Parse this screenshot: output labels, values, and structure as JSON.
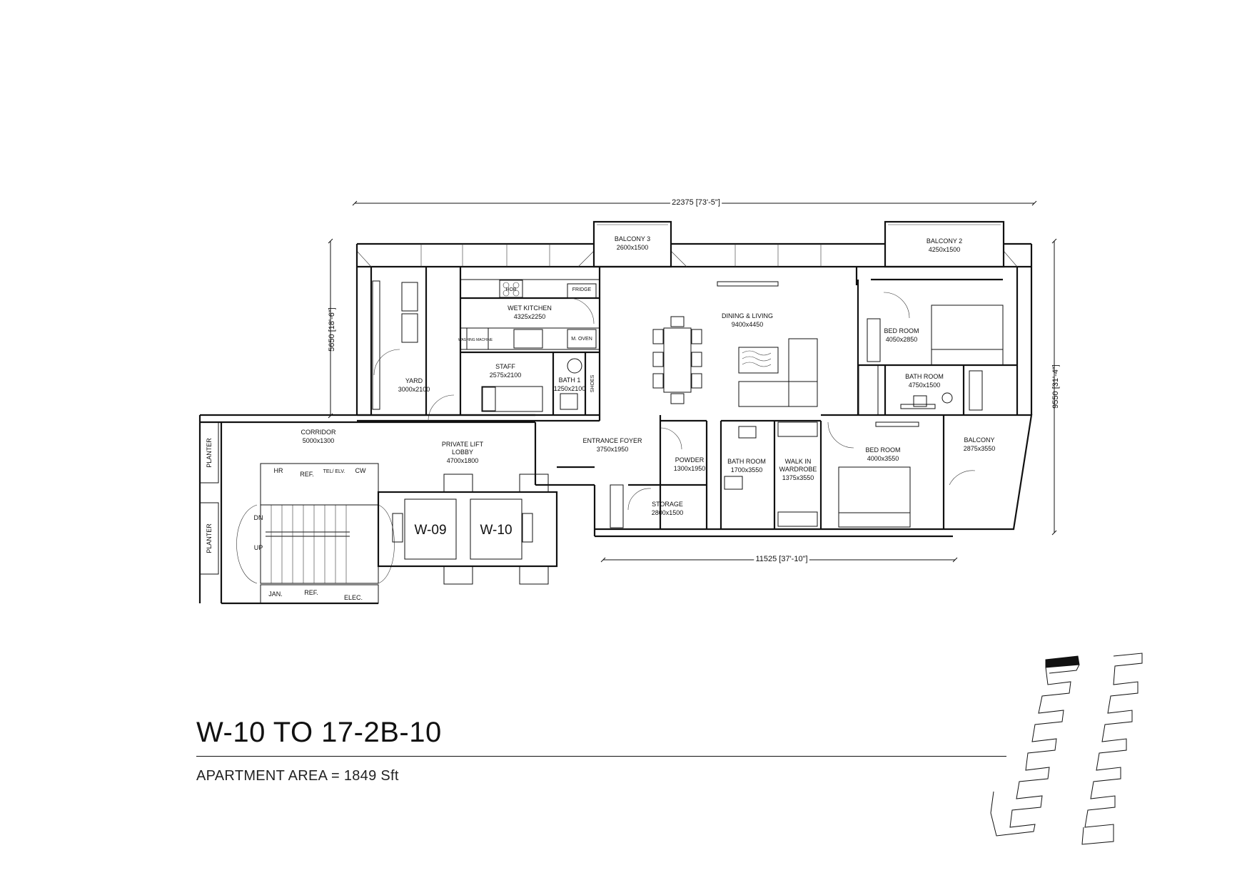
{
  "title": "W-10 TO 17-2B-10",
  "area_text": "APARTMENT AREA = 1849 Sft",
  "dimensions": {
    "top": "22375 [73'-5\"]",
    "left": "5650 [18'-6\"]",
    "right": "9550 [31'-4\"]",
    "bottom": "11525 [37'-10\"]"
  },
  "rooms": {
    "balcony3": {
      "name": "BALCONY 3",
      "size": "2600x1500"
    },
    "balcony2": {
      "name": "BALCONY 2",
      "size": "4250x1500"
    },
    "wet_kitchen": {
      "name": "WET KITCHEN",
      "size": "4325x2250"
    },
    "dining_living": {
      "name": "DINING & LIVING",
      "size": "9400x4450"
    },
    "bedroom1": {
      "name": "BED ROOM",
      "size": "4050x2850"
    },
    "bathroom1": {
      "name": "BATH ROOM",
      "size": "4750x1500"
    },
    "staff": {
      "name": "STAFF",
      "size": "2575x2100"
    },
    "bath1": {
      "name": "BATH 1",
      "size": "1250x2100"
    },
    "yard": {
      "name": "YARD",
      "size": "3000x2100"
    },
    "corridor": {
      "name": "CORRIDOR",
      "size": "5000x1300"
    },
    "lift_lobby": {
      "name1": "PRIVATE LIFT",
      "name2": "LOBBY",
      "size": "4700x1800"
    },
    "entrance_foyer": {
      "name": "ENTRANCE FOYER",
      "size": "3750x1950"
    },
    "powder": {
      "name": "POWDER",
      "size": "1300x1950"
    },
    "storage": {
      "name": "STORAGE",
      "size": "2800x1500"
    },
    "bathroom2": {
      "name": "BATH ROOM",
      "size": "1700x3550"
    },
    "walkin": {
      "name1": "WALK IN",
      "name2": "WARDROBE",
      "size": "1375x3550"
    },
    "bedroom2": {
      "name": "BED ROOM",
      "size": "4000x3550"
    },
    "balcony": {
      "name": "BALCONY",
      "size": "2875x3550"
    }
  },
  "fixtures": {
    "fridge": "FRIDGE",
    "m_oven": "M. OVEN",
    "shoes": "SHOES",
    "hob": "HOB",
    "washing": "WASHING MACHINE"
  },
  "core": {
    "planter1": "PLANTER",
    "planter2": "PLANTER",
    "hr": "HR",
    "ref1": "REF.",
    "tel": "TEL/ ELV.",
    "cw": "CW",
    "dn": "DN",
    "up": "UP",
    "jan": "JAN.",
    "ref2": "REF.",
    "elec": "ELEC.",
    "lift1": "W-09",
    "lift2": "W-10"
  }
}
